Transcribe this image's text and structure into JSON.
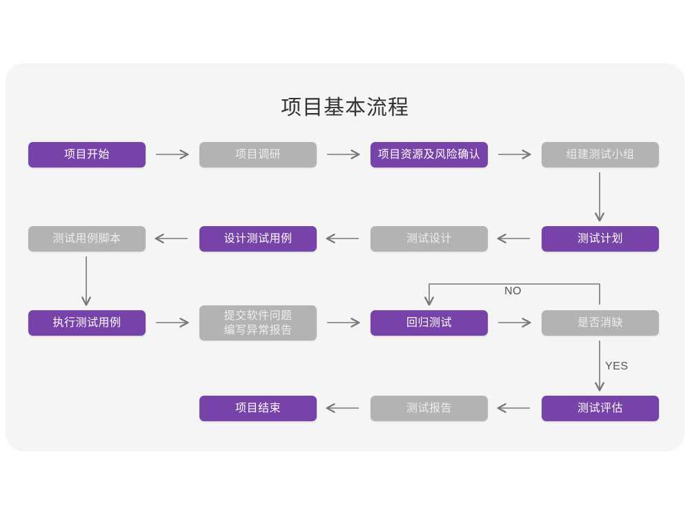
{
  "page": {
    "title": "项目基本流程",
    "background_color": "#ffffff",
    "card_color": "#f5f5f5",
    "accent_purple": "#7843a8",
    "muted_gray": "#b3b3b3",
    "connector_color": "#777777"
  },
  "flow": {
    "rows": [
      {
        "row": 1,
        "direction": "left-to-right",
        "nodes": [
          {
            "id": "project-start",
            "label": "项目开始",
            "style": "purple"
          },
          {
            "id": "project-research",
            "label": "项目调研",
            "style": "gray"
          },
          {
            "id": "resource-risk",
            "label": "项目资源及风险确认",
            "style": "purple"
          },
          {
            "id": "build-test-team",
            "label": "组建测试小组",
            "style": "gray"
          }
        ]
      },
      {
        "row": 2,
        "direction": "right-to-left",
        "nodes": [
          {
            "id": "test-case-script",
            "label": "测试用例脚本",
            "style": "gray"
          },
          {
            "id": "design-test-case",
            "label": "设计测试用例",
            "style": "purple"
          },
          {
            "id": "test-design",
            "label": "测试设计",
            "style": "gray"
          },
          {
            "id": "test-plan",
            "label": "测试计划",
            "style": "purple"
          }
        ]
      },
      {
        "row": 3,
        "direction": "left-to-right",
        "nodes": [
          {
            "id": "execute-test-case",
            "label": "执行测试用例",
            "style": "purple"
          },
          {
            "id": "submit-bug-report",
            "label": "提交软件问题\n编写异常报告",
            "style": "gray"
          },
          {
            "id": "regression-test",
            "label": "回归测试",
            "style": "purple"
          },
          {
            "id": "defect-cleared",
            "label": "是否消缺",
            "style": "gray"
          }
        ]
      },
      {
        "row": 4,
        "direction": "right-to-left",
        "nodes": [
          {
            "id": "project-end",
            "label": "项目结束",
            "style": "purple"
          },
          {
            "id": "test-report",
            "label": "测试报告",
            "style": "gray"
          },
          {
            "id": "test-evaluation",
            "label": "测试评估",
            "style": "purple"
          }
        ]
      }
    ],
    "decision_labels": [
      {
        "id": "no-label",
        "text": "NO",
        "from": "defect-cleared",
        "to": "regression-test"
      },
      {
        "id": "yes-label",
        "text": "YES",
        "from": "defect-cleared",
        "to": "test-evaluation"
      }
    ]
  }
}
